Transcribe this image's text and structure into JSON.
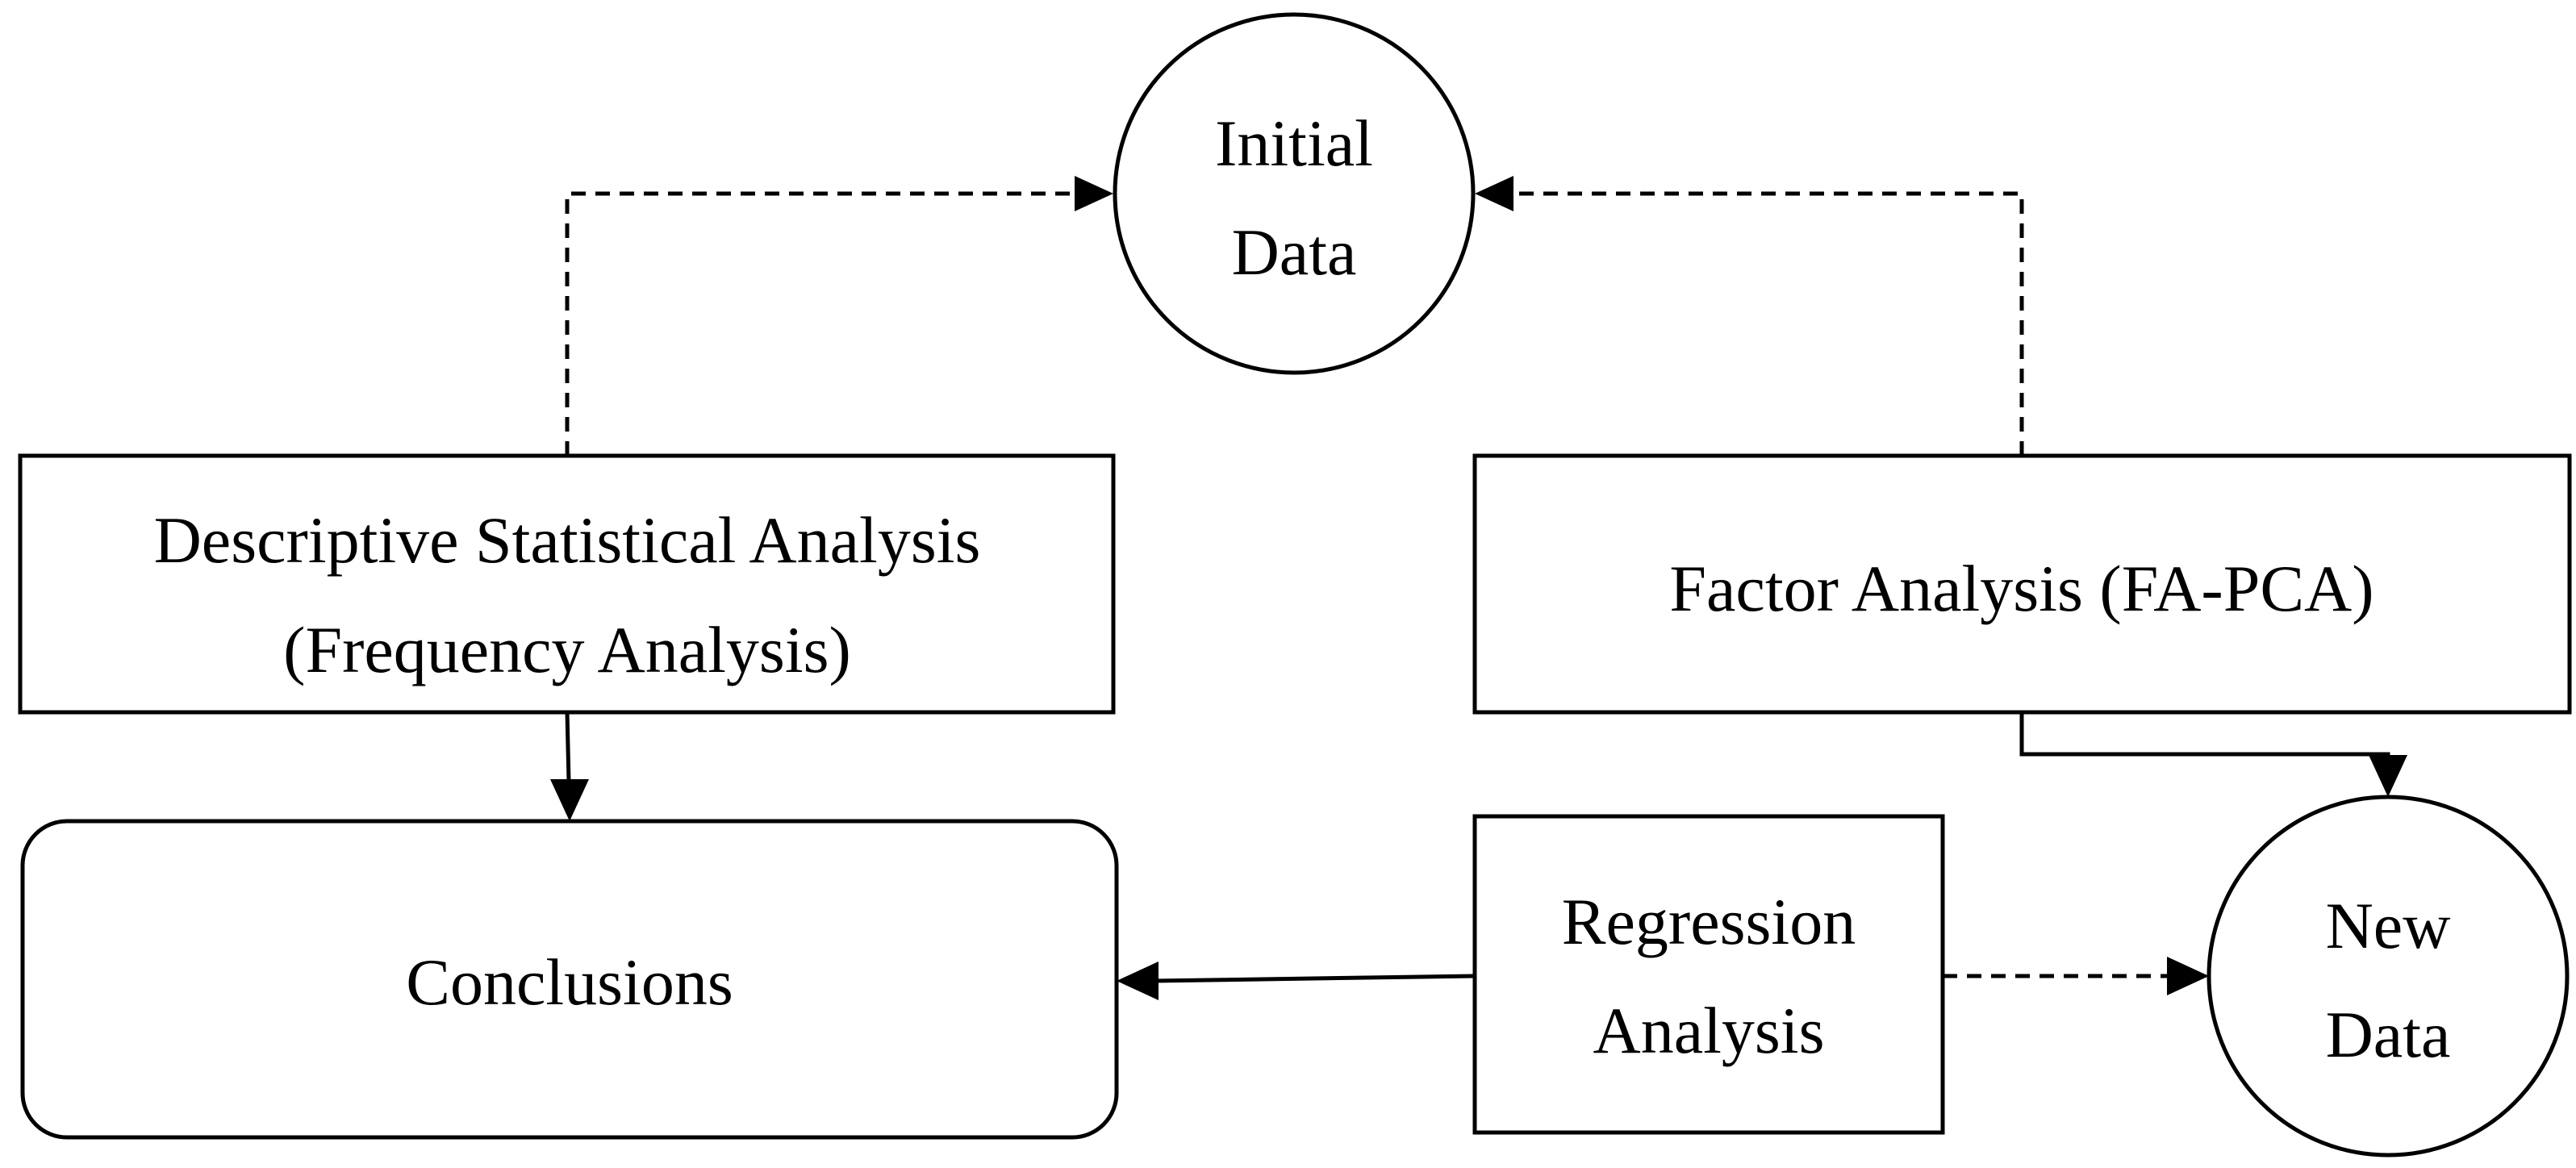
{
  "diagram": {
    "nodes": {
      "initial_data": {
        "shape": "circle",
        "lines": [
          "Initial",
          "Data"
        ]
      },
      "descriptive": {
        "shape": "rectangle",
        "lines": [
          "Descriptive Statistical Analysis",
          "(Frequency Analysis)"
        ]
      },
      "factor": {
        "shape": "rectangle",
        "lines": [
          "Factor Analysis (FA-PCA)"
        ]
      },
      "conclusions": {
        "shape": "rounded-rectangle",
        "lines": [
          "Conclusions"
        ]
      },
      "regression": {
        "shape": "rectangle",
        "lines": [
          "Regression",
          "Analysis"
        ]
      },
      "new_data": {
        "shape": "circle",
        "lines": [
          "New",
          "Data"
        ]
      }
    },
    "edges": [
      {
        "from": "descriptive",
        "to": "initial_data",
        "style": "dashed"
      },
      {
        "from": "factor",
        "to": "initial_data",
        "style": "dashed"
      },
      {
        "from": "descriptive",
        "to": "conclusions",
        "style": "solid"
      },
      {
        "from": "factor",
        "to": "new_data",
        "style": "solid"
      },
      {
        "from": "regression",
        "to": "conclusions",
        "style": "solid"
      },
      {
        "from": "regression",
        "to": "new_data",
        "style": "dashed"
      }
    ],
    "colors": {
      "stroke": "#000000",
      "fill": "#ffffff",
      "background": "#ffffff"
    }
  }
}
